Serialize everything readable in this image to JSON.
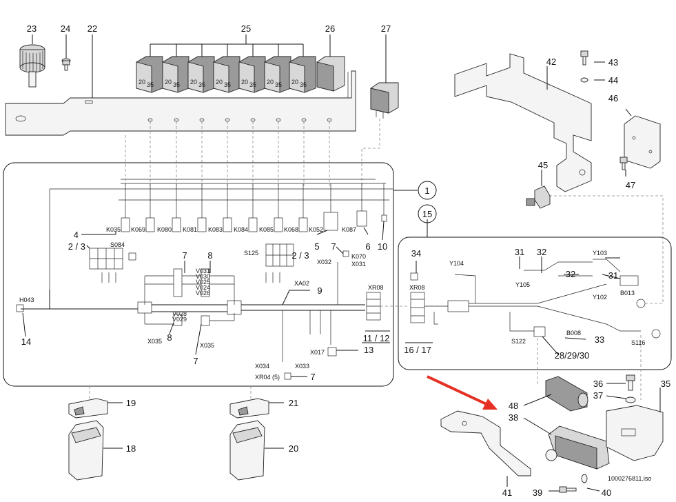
{
  "colors": {
    "arrow": "#e53123",
    "ink": "#111111",
    "part_fill": "#d8d8d8"
  },
  "callouts": {
    "c1": "1",
    "c2": "2 / 3",
    "c2b": "2 / 3",
    "c4": "4",
    "c5": "5",
    "c6": "6",
    "c7a": "7",
    "c7b": "7",
    "c7c": "7",
    "c7d": "7",
    "c8a": "8",
    "c8b": "8",
    "c9": "9",
    "c10": "10",
    "c11": "11 / 12",
    "c13": "13",
    "c14": "14",
    "c15": "15",
    "c16": "16 / 17",
    "c18": "18",
    "c19": "19",
    "c20": "20",
    "c21": "21",
    "c22": "22",
    "c23": "23",
    "c24": "24",
    "c25": "25",
    "c26": "26",
    "c27": "27",
    "c28": "28/29/30",
    "c31a": "31",
    "c31b": "31",
    "c32a": "32",
    "c32b": "32",
    "c33": "33",
    "c34": "34",
    "c35": "35",
    "c36": "36",
    "c37": "37",
    "c38": "38",
    "c39": "39",
    "c40": "40",
    "c41": "41",
    "c42": "42",
    "c43": "43",
    "c44": "44",
    "c45": "45",
    "c46": "46",
    "c47": "47",
    "c48": "48"
  },
  "relay_labels": [
    "K035",
    "K069",
    "K080",
    "K081",
    "K083",
    "K084",
    "K085",
    "K068",
    "K052",
    "K087"
  ],
  "relay_pins": [
    "20",
    "35"
  ],
  "connector_labels": {
    "s084": "S084",
    "s125": "S125",
    "h043": "H043",
    "x035a": "X035",
    "x035b": "X035",
    "k070": "K070",
    "x032": "X032",
    "x031": "X031",
    "xa02": "XA02",
    "xr08a": "XR08",
    "xr08b": "XR08",
    "x017": "X017",
    "x034": "X034",
    "x033": "X033",
    "xr04": "XR04 (5)",
    "y104": "Y104",
    "y105": "Y105",
    "y103": "Y103",
    "y102": "Y102",
    "b013": "B013",
    "b008": "B008",
    "s122": "S122",
    "s116": "S116"
  },
  "wire_labels": [
    "V031",
    "V030",
    "V025",
    "V024",
    "V026",
    "V028",
    "V029"
  ],
  "doc_id": "1000276811.iso"
}
